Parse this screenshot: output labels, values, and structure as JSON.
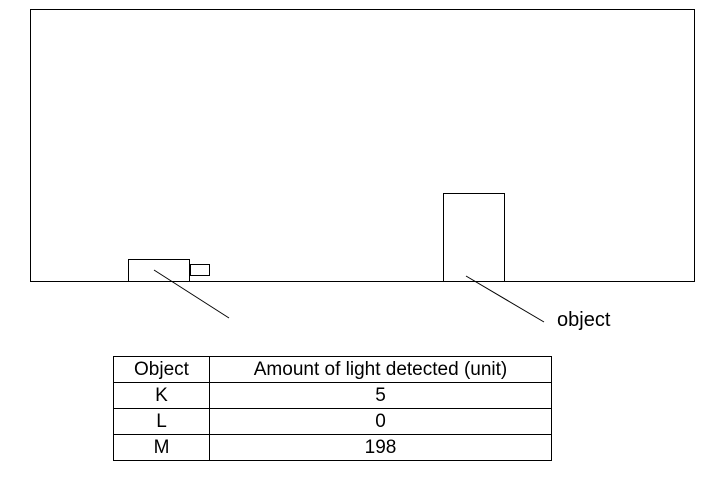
{
  "diagram": {
    "object_label": "object"
  },
  "table": {
    "headers": [
      "Object",
      "Amount of light detected (unit)"
    ],
    "rows": [
      {
        "object": "K",
        "amount": "5"
      },
      {
        "object": "L",
        "amount": "0"
      },
      {
        "object": "M",
        "amount": "198"
      }
    ]
  }
}
